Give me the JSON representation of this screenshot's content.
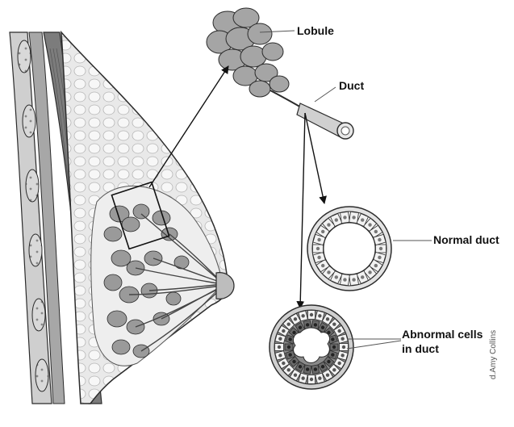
{
  "labels": {
    "lobule": "Lobule",
    "duct": "Duct",
    "normal_duct": "Normal duct",
    "abnormal_line1": "Abnormal cells",
    "abnormal_line2": "in duct"
  },
  "credit": "d.Amy Collins",
  "colors": {
    "outline": "#2b2b2b",
    "muscle": "#7c7c7c",
    "fat": "#dcdcdc",
    "lobule": "#9a9a9a",
    "cell": "#f2f2f2",
    "abnormal_cell": "#555555"
  }
}
